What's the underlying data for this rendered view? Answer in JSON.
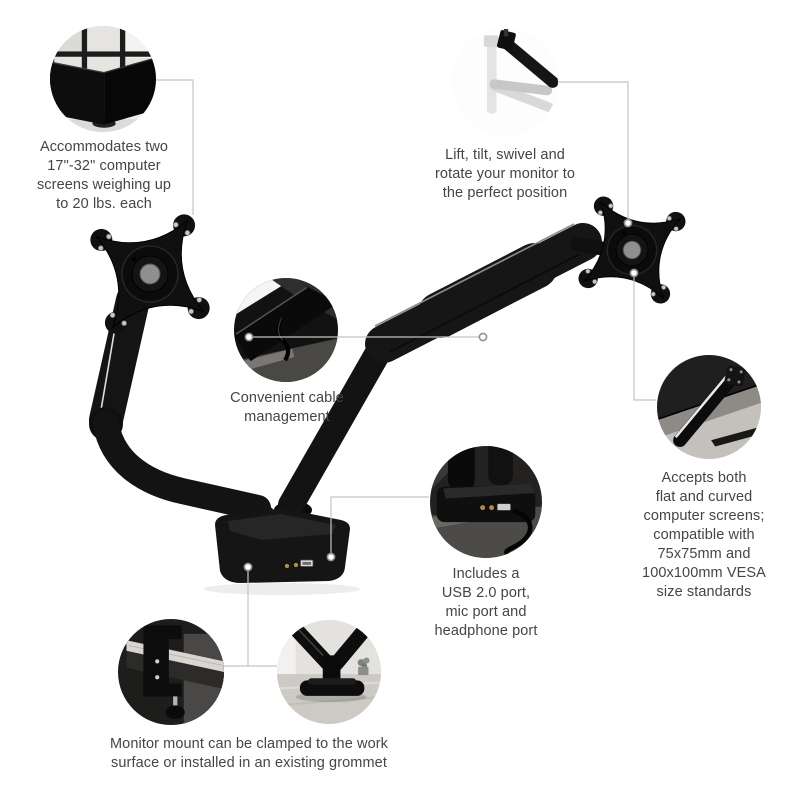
{
  "page": {
    "background_color": "#ffffff",
    "text_color": "#454545",
    "connector_color": "#c4c4c4",
    "product_color": "#121212",
    "metal_color": "#949494",
    "port_gold_color": "#b08d42"
  },
  "product": {
    "image_name": "dual-monitor-arm-black"
  },
  "features": {
    "screens": {
      "lines": [
        "Accommodates two",
        "17\"-32\" computer",
        "screens weighing up",
        "to 20 lbs. each"
      ]
    },
    "motion": {
      "lines": [
        "Lift, tilt, swivel and",
        "rotate your monitor to",
        "the perfect position"
      ]
    },
    "cable": {
      "lines": [
        "Convenient cable",
        "management"
      ]
    },
    "vesa": {
      "lines": [
        "Accepts both",
        "flat and curved",
        "computer screens;",
        "compatible with",
        "75x75mm and",
        "100x100mm VESA",
        "size standards"
      ]
    },
    "usb": {
      "lines": [
        "Includes a",
        "USB 2.0 port,",
        "mic port and",
        "headphone port"
      ]
    },
    "mount": {
      "lines": [
        "Monitor mount can be clamped to the work",
        "surface or installed in an existing grommet"
      ]
    }
  },
  "insets": {
    "screens": "dual-monitors-desk-photo",
    "motion": "arm-motion-positions-photo",
    "cable": "cable-management-detail-photo",
    "vesa": "arm-behind-monitor-photo",
    "usb": "base-ports-detail-photo",
    "clamp": "desk-clamp-detail-photo",
    "grommet": "grommet-base-detail-photo"
  }
}
